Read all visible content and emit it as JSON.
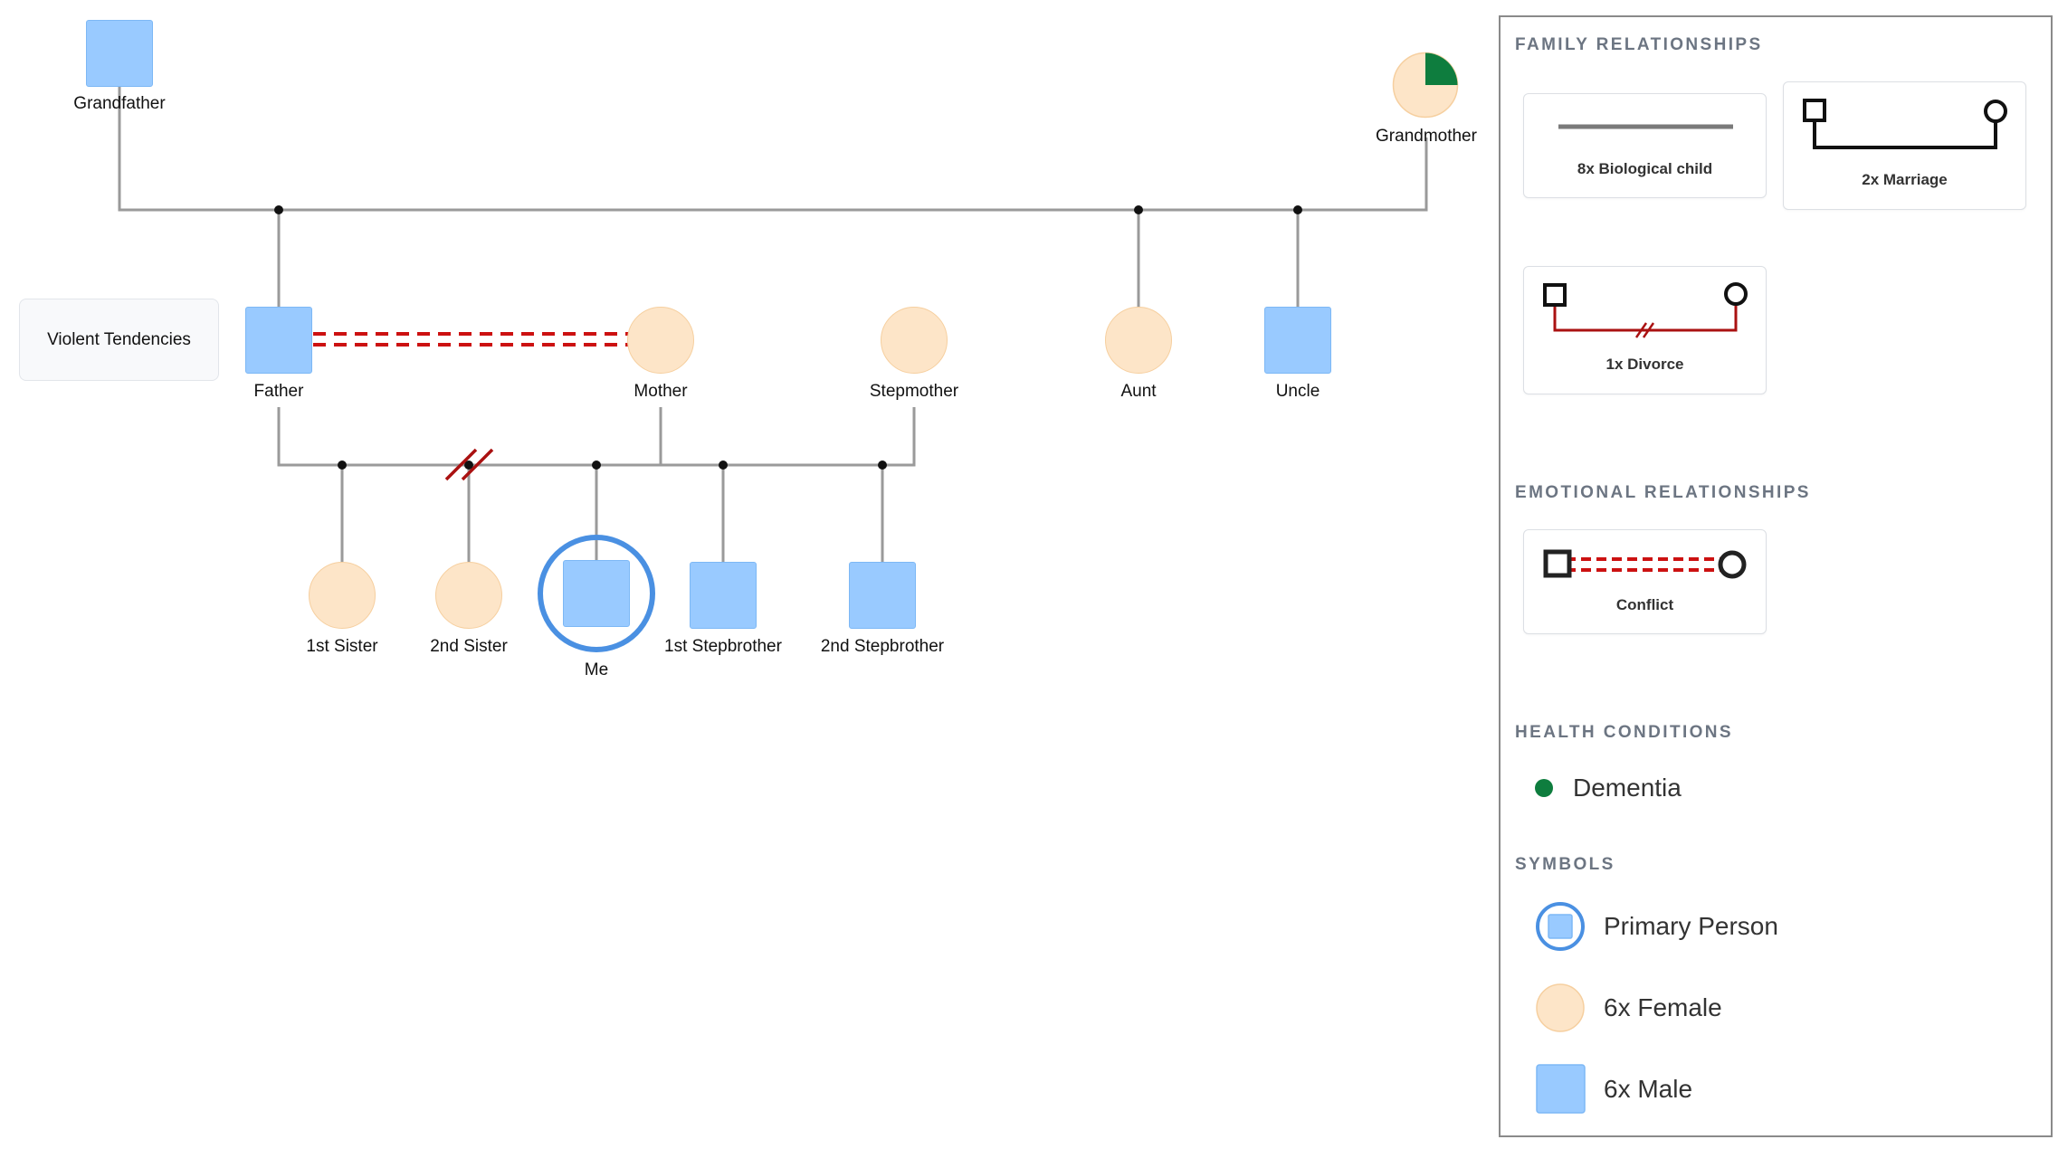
{
  "people": {
    "grandfather": "Grandfather",
    "grandmother": "Grandmother",
    "father": "Father",
    "mother": "Mother",
    "stepmother": "Stepmother",
    "aunt": "Aunt",
    "uncle": "Uncle",
    "sister1": "1st Sister",
    "sister2": "2nd Sister",
    "me": "Me",
    "stepbrother1": "1st Stepbrother",
    "stepbrother2": "2nd Stepbrother"
  },
  "note": "Violent Tendencies",
  "colors": {
    "male_fill": "#99caff",
    "female_fill": "#fde5c8",
    "primary_ring": "#4a90e2",
    "conflict": "#cc1111",
    "divorce": "#aa1111",
    "dementia": "#0e7d3e",
    "lines": "#9a9a9a"
  },
  "legend": {
    "family_heading": "FAMILY RELATIONSHIPS",
    "biological": "8x Biological child",
    "marriage": "2x Marriage",
    "divorce": "1x Divorce",
    "emotional_heading": "EMOTIONAL RELATIONSHIPS",
    "conflict": "Conflict",
    "health_heading": "HEALTH CONDITIONS",
    "dementia": "Dementia",
    "symbols_heading": "SYMBOLS",
    "primary": "Primary Person",
    "female": "6x Female",
    "male": "6x Male"
  }
}
